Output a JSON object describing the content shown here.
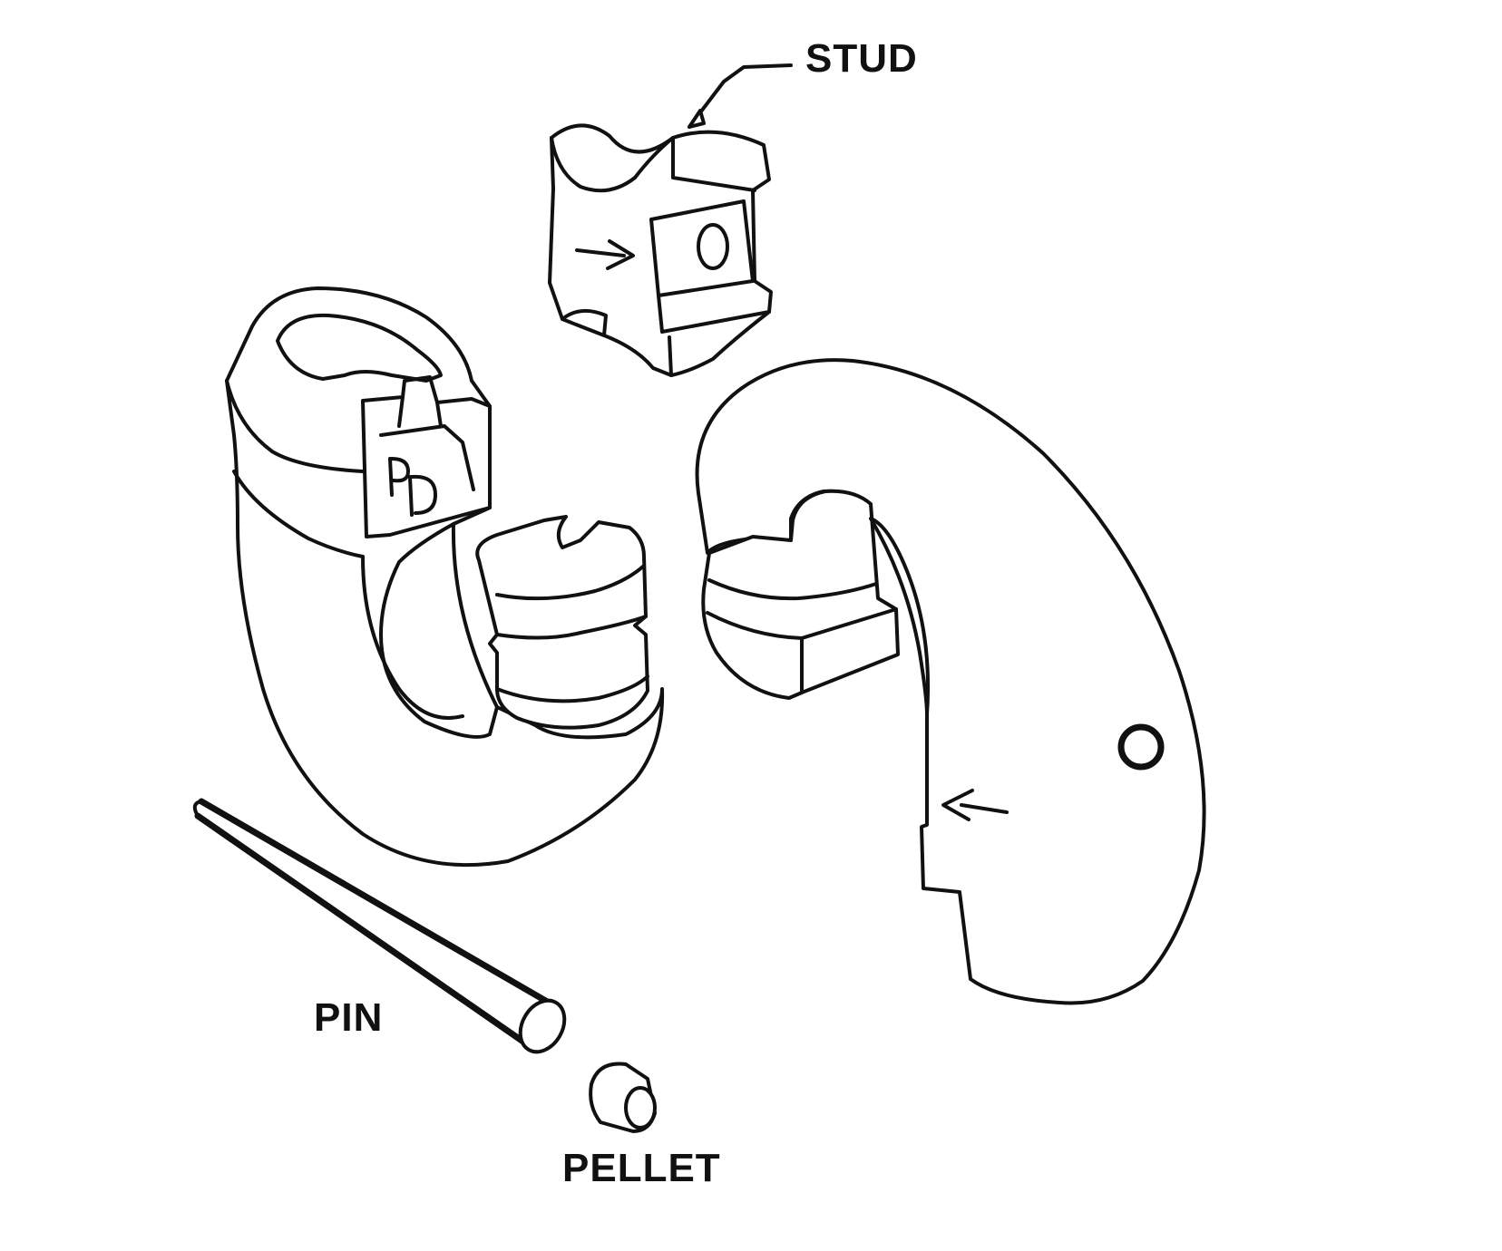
{
  "labels": {
    "stud": "STUD",
    "pin": "PIN",
    "pellet": "PELLET"
  },
  "colors": {
    "ink": "#111111",
    "paper": "#ffffff"
  }
}
